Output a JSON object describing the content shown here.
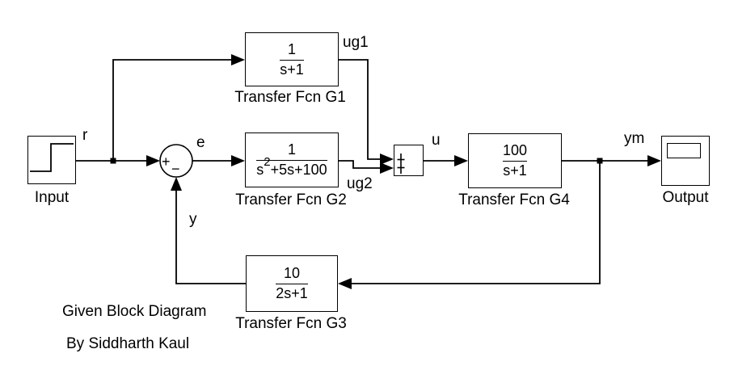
{
  "annotations": {
    "title": "Given Block Diagram",
    "author": "By Siddharth Kaul"
  },
  "blocks": {
    "input": {
      "caption": "Input"
    },
    "sum": {
      "plus_sign": "+",
      "minus_sign": "−"
    },
    "g1": {
      "numerator": "1",
      "denominator": "s+1",
      "caption": "Transfer Fcn G1"
    },
    "g2": {
      "numerator": "1",
      "den_base": "s",
      "den_sup": "2",
      "den_rest": "+5s+100",
      "caption": "Transfer Fcn G2"
    },
    "g3": {
      "numerator": "10",
      "denominator": "2s+1",
      "caption": "Transfer Fcn G3"
    },
    "g4": {
      "numerator": "100",
      "denominator": "s+1",
      "caption": "Transfer Fcn G4"
    },
    "output": {
      "caption": "Output"
    }
  },
  "signals": {
    "r": "r",
    "e": "e",
    "y": "y",
    "u": "u",
    "ug1": "ug1",
    "ug2": "ug2",
    "ym": "ym"
  },
  "colors": {
    "background": "#ffffff",
    "line": "#000000",
    "text": "#000000"
  }
}
